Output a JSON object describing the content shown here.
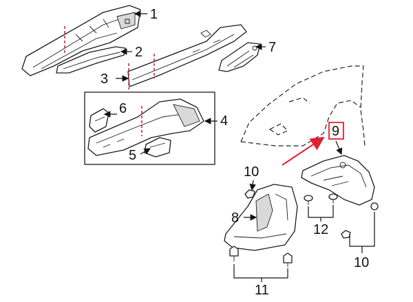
{
  "callouts": {
    "c1": "1",
    "c2": "2",
    "c3": "3",
    "c4": "4",
    "c5": "5",
    "c6": "6",
    "c7": "7",
    "c8": "8",
    "c9": "9",
    "c10a": "10",
    "c10b": "10",
    "c11": "11",
    "c12": "12"
  },
  "colors": {
    "highlight": "#e0212e",
    "line": "#1a1a1a",
    "background": "#ffffff"
  }
}
